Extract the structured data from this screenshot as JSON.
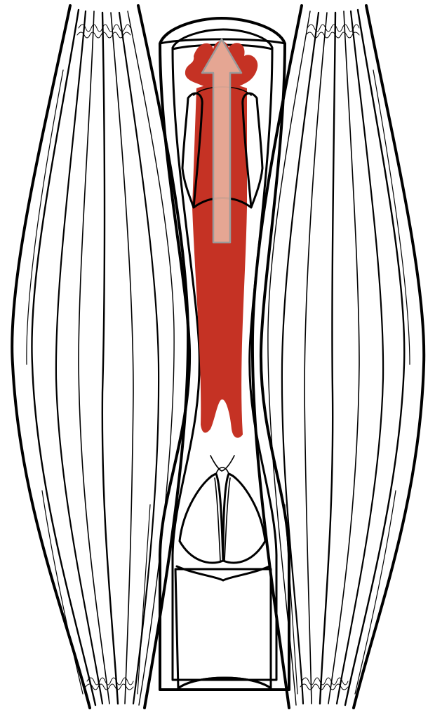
{
  "figure": {
    "subject": "vein-muscle-pump-diagram",
    "colors": {
      "background": "#ffffff",
      "outline": "#000000",
      "blood": "#c53224",
      "flow_arrow_fill": "#e8b3a0",
      "flow_arrow_stroke": "#9a9a9a"
    },
    "icons": {
      "left_muscle": "muscle-icon",
      "right_muscle": "muscle-icon",
      "vein": "vein-icon",
      "upper_valve": "valve-open-icon",
      "lower_valve": "valve-closed-icon",
      "flow_direction": "arrow-up-icon"
    },
    "upper_valve_state": "open",
    "lower_valve_state": "closed",
    "flow_direction": "up"
  }
}
